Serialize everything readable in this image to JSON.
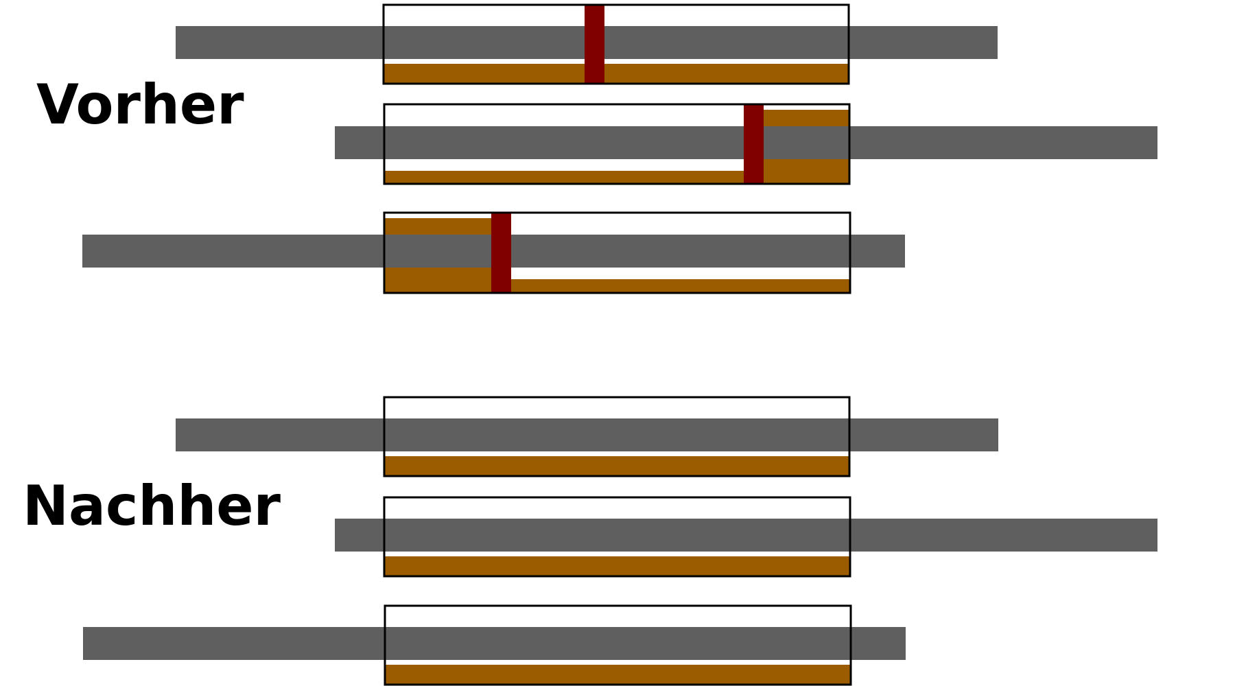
{
  "labels": {
    "before": "Vorher",
    "after": "Nachher"
  },
  "colors": {
    "background": "#ffffff",
    "bar": "#5f5f5f",
    "fluid": "#9b5c00",
    "divider": "#800000",
    "frame": "#000000"
  },
  "diagram": {
    "before": [
      {
        "divider_position_fraction": 0.45,
        "fluid_left": "low",
        "fluid_right": "low"
      },
      {
        "divider_position_fraction": 0.79,
        "fluid_left": "low",
        "fluid_right": "high"
      },
      {
        "divider_position_fraction": 0.25,
        "fluid_left": "high",
        "fluid_right": "low"
      }
    ],
    "after": [
      {
        "divider_position_fraction": null,
        "fluid": "low"
      },
      {
        "divider_position_fraction": null,
        "fluid": "low"
      },
      {
        "divider_position_fraction": null,
        "fluid": "low"
      }
    ]
  }
}
